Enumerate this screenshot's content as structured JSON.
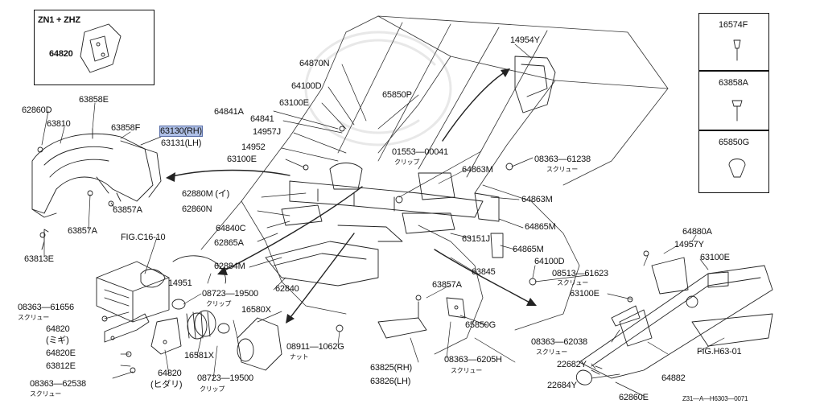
{
  "inset_title": "ZN1 + ZHZ",
  "inset_part": "64820",
  "sidebar": [
    "16574F",
    "63858A",
    "65850G"
  ],
  "labels": {
    "l62860D": "62860D",
    "l63858E": "63858E",
    "l63810": "63810",
    "l63858F": "63858F",
    "l63130": "63130(RH)",
    "l63131": "63131(LH)",
    "l63857A_1": "63857A",
    "l63857A_2": "63857A",
    "l63813E": "63813E",
    "lFIG1": "FIG.C16-10",
    "l64870N": "64870N",
    "l64100D_1": "64100D",
    "l63100E_1": "63100E",
    "l64841A": "64841A",
    "l64841": "64841",
    "l14957J": "14957J",
    "l14952": "14952",
    "l63100E_2": "63100E",
    "l65850P": "65850P",
    "l14954Y": "14954Y",
    "l01553": "01553—00041",
    "lclip1": "クリップ",
    "l64863M_1": "64863M",
    "l08363_61238": "08363—61238",
    "lscrew1": "スクリュー",
    "l62880M": "62880M (イ)",
    "l62860N": "62860N",
    "l64840C": "64840C",
    "l62865A": "62865A",
    "l64863M_2": "64863M",
    "l64865M_1": "64865M",
    "l63151J": "63151J",
    "l64865M_2": "64865M",
    "l64880A": "64880A",
    "l14957Y": "14957Y",
    "l63100E_3": "63100E",
    "l62884M": "62884M",
    "l14951": "14951",
    "l08723_1": "08723—19500",
    "lclip2": "クリップ",
    "l62840": "62840",
    "l16580X": "16580X",
    "l63845": "63845",
    "l64100D_2": "64100D",
    "l08513": "08513—61623",
    "lscrew2": "スクリュー",
    "l63857A_3": "63857A",
    "l63100E_4": "63100E",
    "l08363_61656": "08363—61656",
    "lscrew3": "スクリュー",
    "l64820_1": "64820",
    "lmigi": "(ミギ)",
    "l64820E": "64820E",
    "l63812E": "63812E",
    "l08363_62538": "08363—62538",
    "lscrew4": "スクリュー",
    "l64820_2": "64820",
    "lhidari": "(ヒダリ)",
    "l08723_2": "08723—19500",
    "lclip3": "クリップ",
    "l16581X": "16581X",
    "l08911": "08911—1062G",
    "lnut": "ナット",
    "l65850G": "65850G",
    "l63825": "63825(RH)",
    "l63826": "63826(LH)",
    "l08363_6205H": "08363—6205H",
    "lscrew5": "スクリュー",
    "l08363_62038": "08363—62038",
    "lscrew6": "スクリュー",
    "l22682Y": "22682Y",
    "l22684Y": "22684Y",
    "l62860E": "62860E",
    "l64882": "64882",
    "lFIG2": "FIG.H63-01",
    "lcode": "Z31—A—H6303—0071"
  }
}
